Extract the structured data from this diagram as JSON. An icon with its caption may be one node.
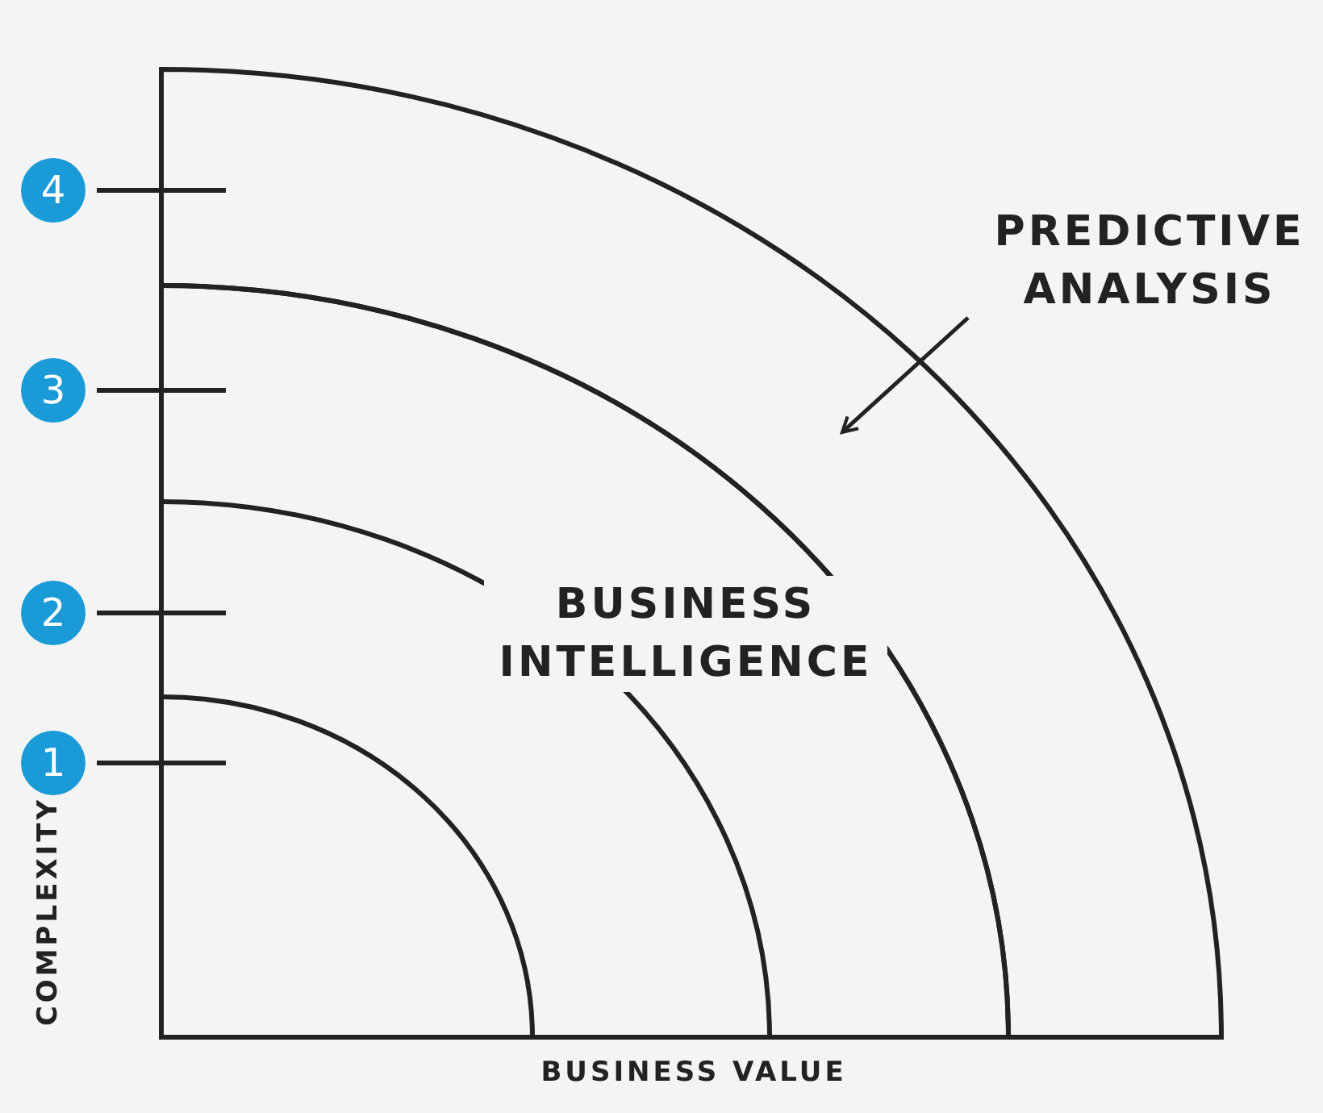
{
  "diagram": {
    "nodes": [
      {
        "text": [
          "4"
        ]
      },
      {
        "text": [
          "3"
        ]
      },
      {
        "text": [
          "2"
        ]
      },
      {
        "text": [
          "1"
        ]
      },
      {
        "text": [
          "PREDICTIVE ANALYSIS"
        ]
      },
      {
        "text": [],
        "shape": "band"
      }
    ],
    "edges": [
      {
        "from": 4,
        "to": 5,
        "arrow": "to"
      }
    ],
    "labels": [
      "BUSINESS INTELLIGENCE",
      "COMPLEXITY",
      "BUSINESS VALUE"
    ]
  }
}
